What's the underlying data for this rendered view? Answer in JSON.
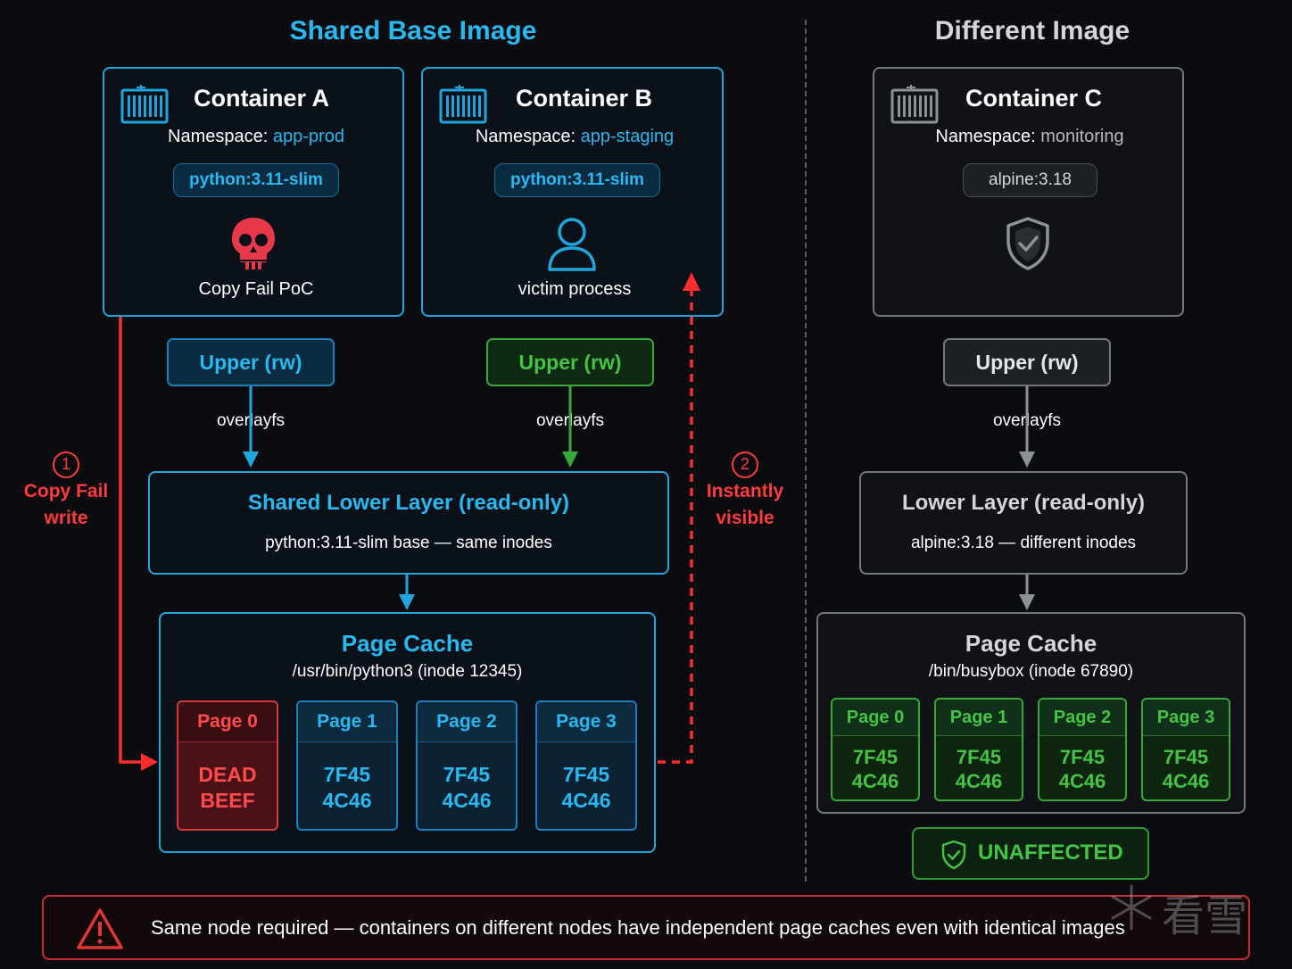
{
  "sections": {
    "shared_title": "Shared Base Image",
    "different_title": "Different Image"
  },
  "colors": {
    "accent_blue": "#2ab8f0",
    "danger_red": "#ff3b3b",
    "safe_green": "#45c345",
    "neutral_gray": "#74777c"
  },
  "containers": {
    "a": {
      "title": "Container A",
      "namespace_label": "Namespace:",
      "namespace_value": "app-prod",
      "image": "python:3.11-slim",
      "icon": "skull-icon",
      "label": "Copy Fail PoC"
    },
    "b": {
      "title": "Container B",
      "namespace_label": "Namespace:",
      "namespace_value": "app-staging",
      "image": "python:3.11-slim",
      "icon": "user-icon",
      "label": "victim process"
    },
    "c": {
      "title": "Container C",
      "namespace_label": "Namespace:",
      "namespace_value": "monitoring",
      "image": "alpine:3.18",
      "icon": "shield-check-icon"
    }
  },
  "layers": {
    "upper_a": "Upper (rw)",
    "upper_b": "Upper (rw)",
    "upper_c": "Upper (rw)",
    "overlay_a": "overlayfs",
    "overlay_b": "overlayfs",
    "overlay_c": "overlayfs",
    "shared_lower_title": "Shared Lower Layer (read-only)",
    "shared_lower_sub": "python:3.11-slim base — same inodes",
    "lower_c_title": "Lower Layer (read-only)",
    "lower_c_sub": "alpine:3.18 — different inodes"
  },
  "page_cache_shared": {
    "title": "Page Cache",
    "file": "/usr/bin/python3 (inode 12345)",
    "pages": [
      {
        "name": "Page 0",
        "l1": "DEAD",
        "l2": "BEEF",
        "state": "corrupted"
      },
      {
        "name": "Page 1",
        "l1": "7F45",
        "l2": "4C46",
        "state": "normal"
      },
      {
        "name": "Page 2",
        "l1": "7F45",
        "l2": "4C46",
        "state": "normal"
      },
      {
        "name": "Page 3",
        "l1": "7F45",
        "l2": "4C46",
        "state": "normal"
      }
    ]
  },
  "page_cache_c": {
    "title": "Page Cache",
    "file": "/bin/busybox (inode 67890)",
    "pages": [
      {
        "name": "Page 0",
        "l1": "7F45",
        "l2": "4C46"
      },
      {
        "name": "Page 1",
        "l1": "7F45",
        "l2": "4C46"
      },
      {
        "name": "Page 2",
        "l1": "7F45",
        "l2": "4C46"
      },
      {
        "name": "Page 3",
        "l1": "7F45",
        "l2": "4C46"
      }
    ]
  },
  "annotations": {
    "step1_num": "1",
    "step1_line1": "Copy Fail",
    "step1_line2": "write",
    "step2_num": "2",
    "step2_line1": "Instantly",
    "step2_line2": "visible"
  },
  "status": {
    "unaffected": "UNAFFECTED"
  },
  "footer": {
    "warning": "Same node required — containers on different nodes have independent page caches even with identical images",
    "watermark": "看雪"
  }
}
